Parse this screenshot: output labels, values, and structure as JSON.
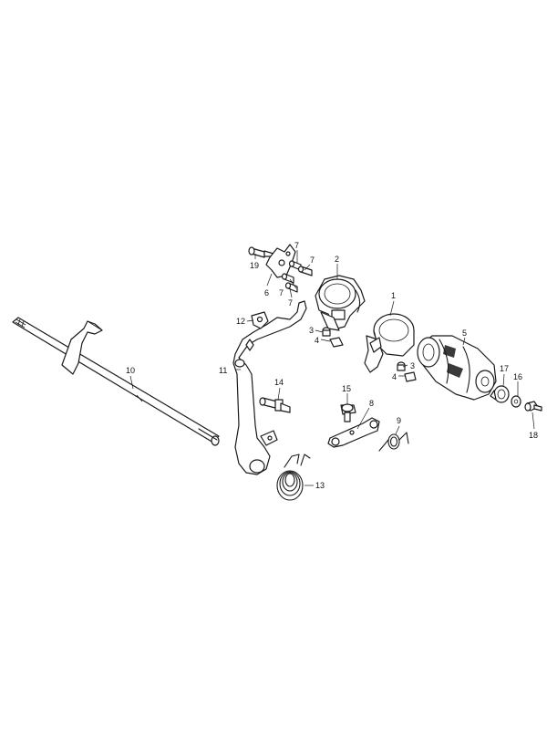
{
  "colors": {
    "ink": "#1a1a1a",
    "background": "#ffffff"
  },
  "callouts": {
    "c1": "1",
    "c2": "2",
    "c3a": "3",
    "c3b": "3",
    "c4a": "4",
    "c4b": "4",
    "c5": "5",
    "c6": "6",
    "c7a": "7",
    "c7b": "7",
    "c7c": "7",
    "c7d": "7",
    "c8": "8",
    "c9": "9",
    "c10": "10",
    "c11": "11",
    "c12": "12",
    "c13": "13",
    "c14": "14",
    "c15": "15",
    "c16": "16",
    "c17": "17",
    "c18": "18",
    "c19": "19"
  }
}
